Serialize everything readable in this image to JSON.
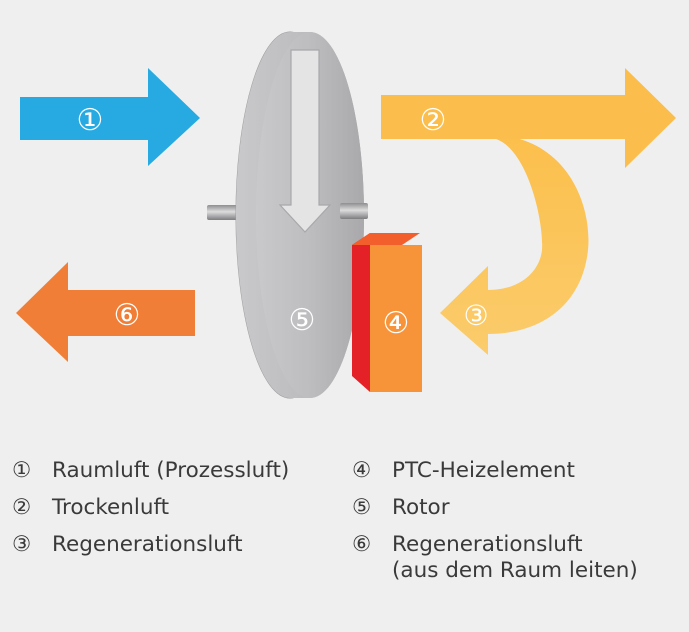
{
  "colors": {
    "background": "#efefef",
    "blue": "#27a9e1",
    "yellow": "#fbbe4c",
    "orange": "#f07e36",
    "heater_front": "#f7943a",
    "heater_side": "#e42127",
    "rotor": "#b9b9bb"
  },
  "diagram": {
    "markers": {
      "m1": "①",
      "m2": "②",
      "m3": "③",
      "m4": "④",
      "m5": "⑤",
      "m6": "⑥"
    }
  },
  "legend": {
    "items": [
      {
        "num": "①",
        "text": "Raumluft (Prozessluft)"
      },
      {
        "num": "②",
        "text": "Trockenluft"
      },
      {
        "num": "③",
        "text": "Regenerationsluft"
      },
      {
        "num": "④",
        "text": "PTC-Heizelement"
      },
      {
        "num": "⑤",
        "text": "Rotor"
      },
      {
        "num": "⑥",
        "text": "Regenerationsluft",
        "text2": "(aus dem Raum leiten)"
      }
    ]
  }
}
